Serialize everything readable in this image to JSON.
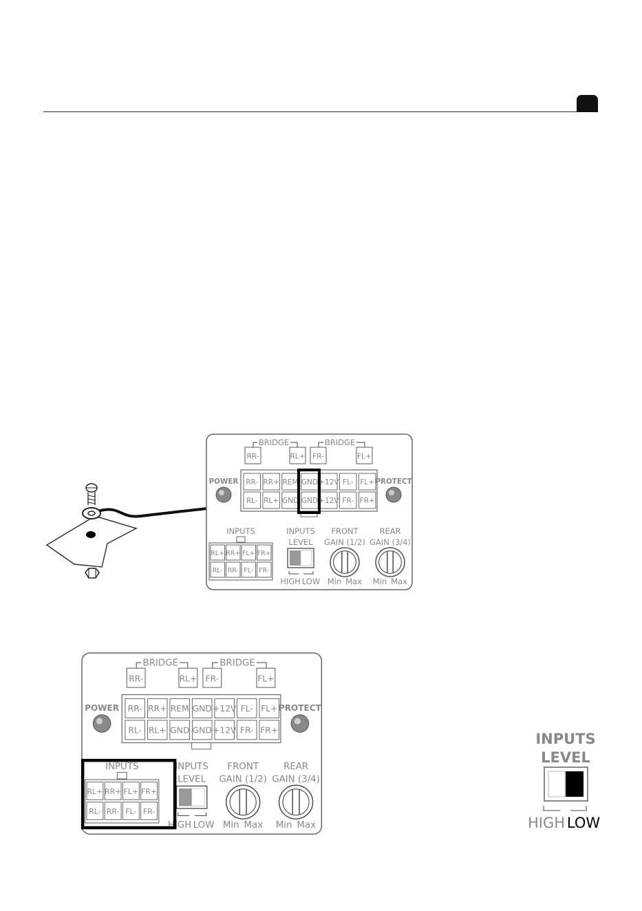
{
  "panel": {
    "bridge_label": "BRIDGE",
    "bridge_terminals": [
      "RR-",
      "RL+",
      "FR-",
      "FL+"
    ],
    "power_row_top": [
      "RR-",
      "RR+",
      "REM",
      "GND",
      "+12V",
      "FL-",
      "FL+"
    ],
    "power_row_bottom": [
      "RL-",
      "RL+",
      "GND",
      "GND",
      "+12V",
      "FR-",
      "FR+"
    ],
    "power_led_label": "POWER",
    "protect_led_label": "PROTECT",
    "inputs_label": "INPUTS",
    "inputs_row_top": [
      "RL+",
      "RR+",
      "FL+",
      "FR+"
    ],
    "inputs_row_bottom": [
      "RL-",
      "RR-",
      "FL-",
      "FR-"
    ],
    "inputs_level_label_1": "INPUTS",
    "inputs_level_label_2": "LEVEL",
    "level_high": "HIGH",
    "level_low": "LOW",
    "front_gain_label_1": "FRONT",
    "front_gain_label_2": "GAIN (1/2)",
    "rear_gain_label_1": "REAR",
    "rear_gain_label_2": "GAIN (3/4)",
    "knob_min": "Min",
    "knob_max": "Max"
  },
  "switch_closeup": {
    "label_1": "INPUTS",
    "label_2": "LEVEL",
    "high": "HIGH",
    "low": "LOW",
    "selected": "LOW"
  },
  "colors": {
    "panel_stroke": "#666666",
    "label_gray": "#888888",
    "highlight": "#000000"
  }
}
